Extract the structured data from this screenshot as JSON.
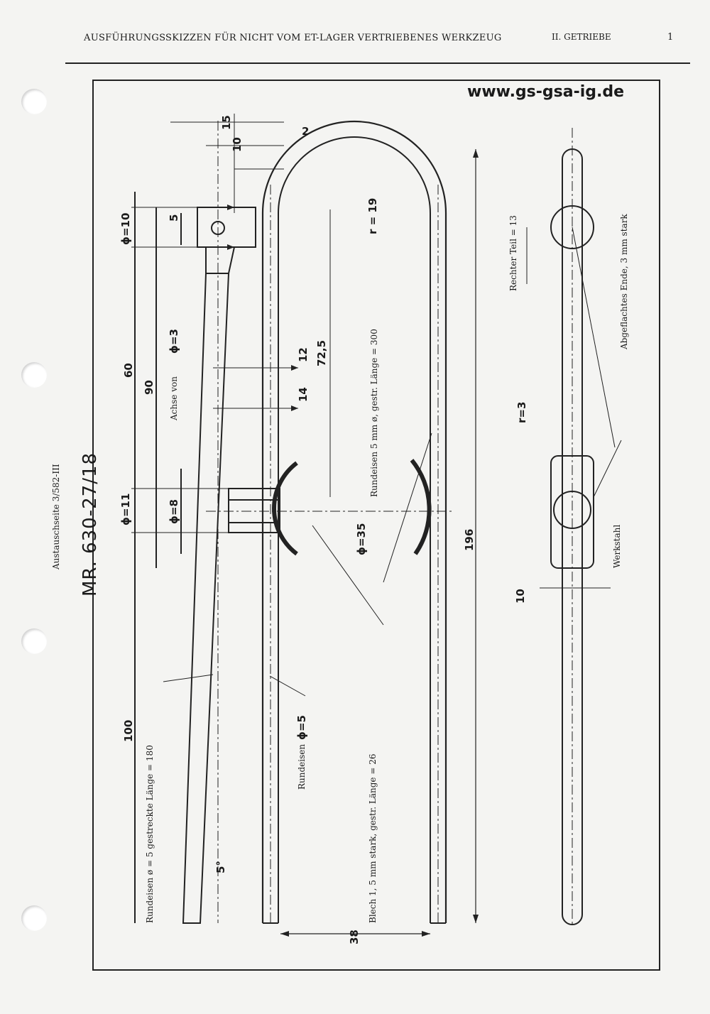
{
  "header": {
    "title": "AUSFÜHRUNGSSKIZZEN FÜR NICHT VOM ET-LAGER VERTRIEBENES WERKZEUG",
    "section": "II. GETRIEBE",
    "page": "1"
  },
  "website": "www.gs-gsa-ig.de",
  "side_note": "Austauschseite 3/582-III",
  "drawing_number": "MR. 630-27/18",
  "labels": {
    "achse": "Achse von",
    "rundeisen_5mm": "Rundeisen 5 mm ø, gestr. Länge = 300",
    "rundeisen_bottom": "Rundeisen",
    "rundeisen_180": "Rundeisen ø = 5 gestreckte Länge = 180",
    "blech": "Blech 1, 5 mm stark, gestr. Länge = 26",
    "rechter_teil": "Rechter Teil = 13",
    "abgeflachtes": "Abgeflachtes Ende, 3 mm stark",
    "werkstahl": "Werkstahl"
  },
  "dimensions": {
    "d15": "15",
    "d10_top": "10",
    "d2": "2",
    "phi10": "ϕ=10",
    "d5": "5",
    "r19": "r = 19",
    "phi3": "ϕ=3",
    "d12": "12",
    "d72_5": "72,5",
    "d60": "60",
    "d90": "90",
    "d14": "14",
    "phi11": "ϕ=11",
    "phi8": "ϕ=8",
    "phi35": "ϕ=35",
    "d196": "196",
    "d100": "100",
    "phi5": "ϕ=5",
    "d5deg": "5°",
    "d38": "38",
    "r3": "r=3",
    "d10_right": "10"
  }
}
